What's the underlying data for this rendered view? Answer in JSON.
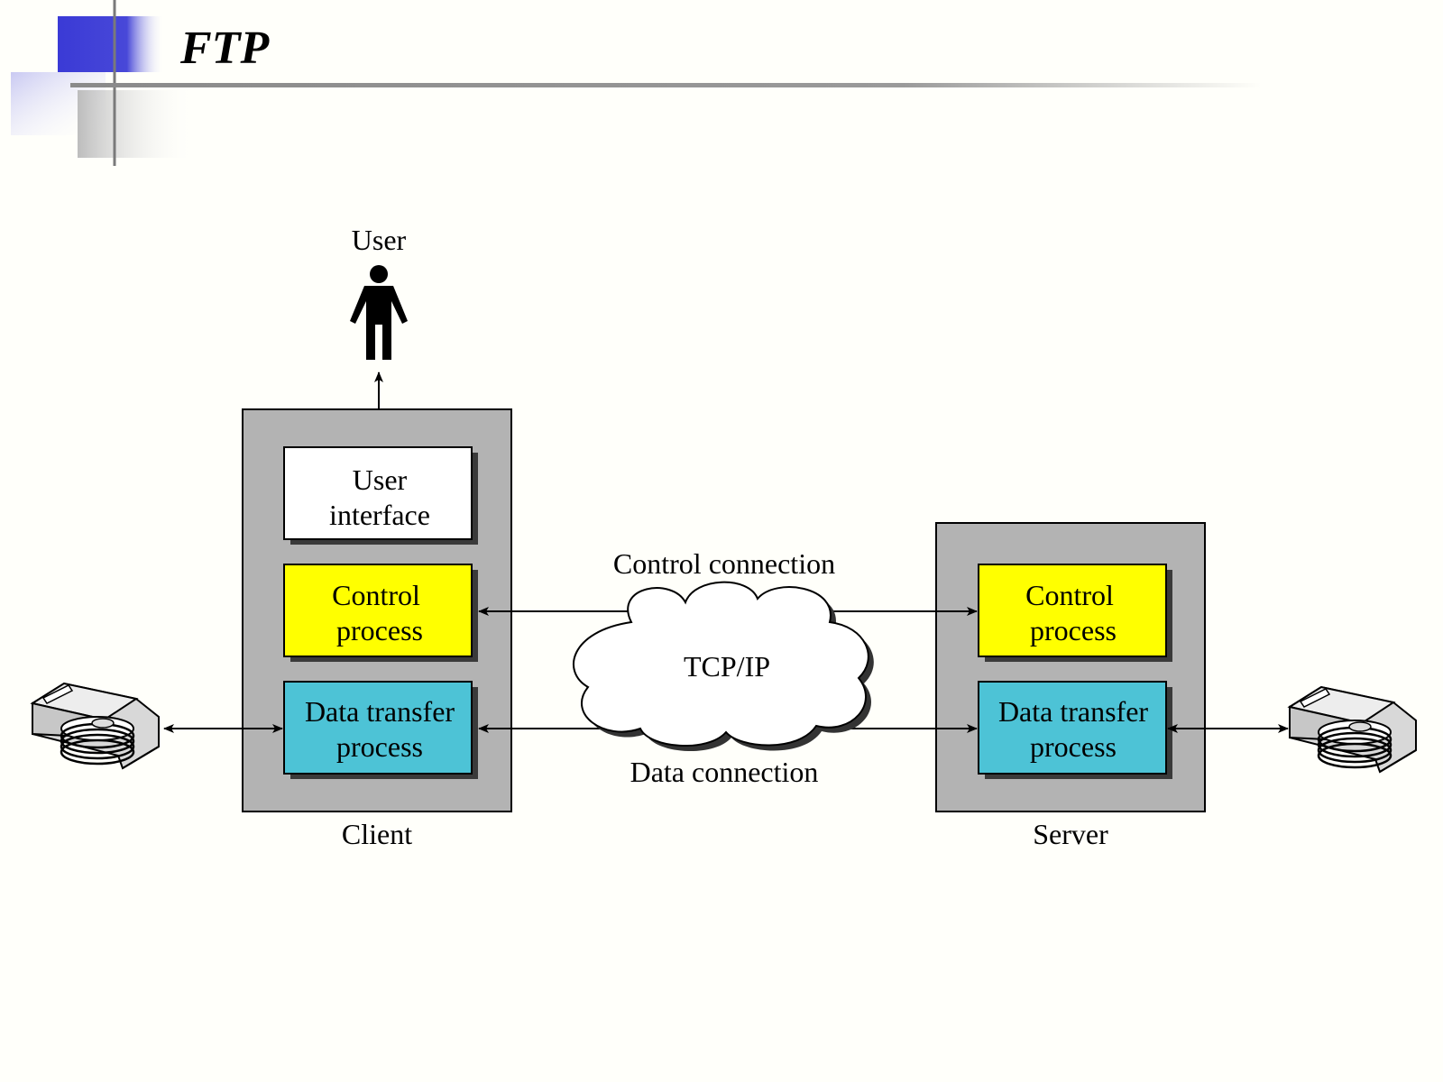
{
  "slide": {
    "title": "FTP"
  },
  "diagram": {
    "user_label": "User",
    "client": {
      "label": "Client",
      "user_interface": [
        "User",
        "interface"
      ],
      "control_process": [
        "Control",
        "process"
      ],
      "data_transfer_process": [
        "Data transfer",
        "process"
      ]
    },
    "server": {
      "label": "Server",
      "control_process": [
        "Control",
        "process"
      ],
      "data_transfer_process": [
        "Data transfer",
        "process"
      ]
    },
    "network": {
      "cloud_label": "TCP/IP",
      "control_connection": "Control connection",
      "data_connection": "Data connection"
    },
    "colors": {
      "control_process": "#ffff00",
      "data_transfer_process": "#4dc3d6",
      "host_box": "#b3b3b3",
      "title_deco_blue": "#3a3ad6"
    },
    "icons": [
      "person-icon",
      "disk-drive-icon"
    ]
  }
}
